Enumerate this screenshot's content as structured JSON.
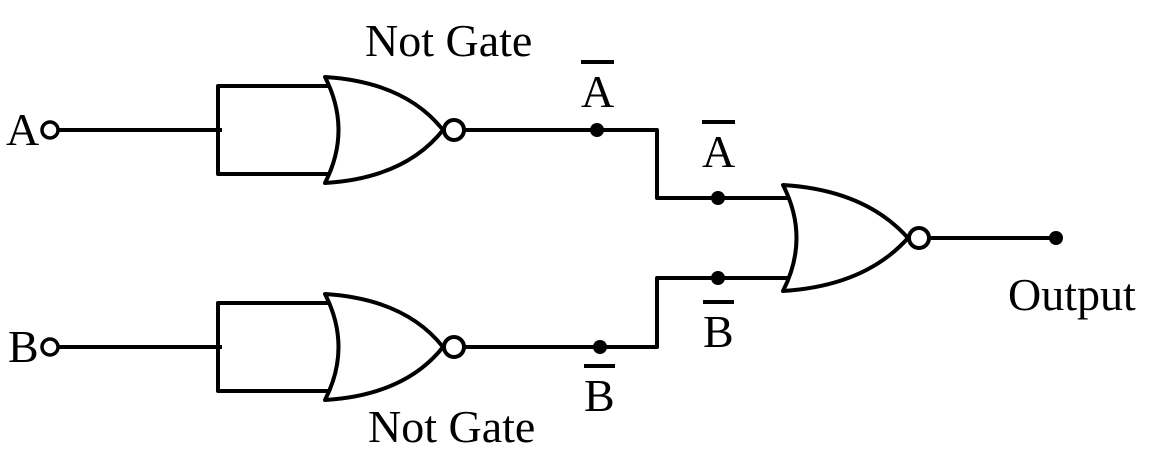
{
  "diagram": {
    "background_color": "#ffffff",
    "line_color": "#000000",
    "labels": {
      "input_a": "A",
      "input_b": "B",
      "not_gate_top": "Not Gate",
      "not_gate_bottom": "Not Gate",
      "a_bar_after_not": {
        "text": "A",
        "overbar": true
      },
      "a_bar_nor_input": {
        "text": "A",
        "overbar": true
      },
      "b_bar_after_not": {
        "text": "B",
        "overbar": true
      },
      "b_bar_nor_input": {
        "text": "B",
        "overbar": true
      },
      "output": "Output"
    }
  }
}
